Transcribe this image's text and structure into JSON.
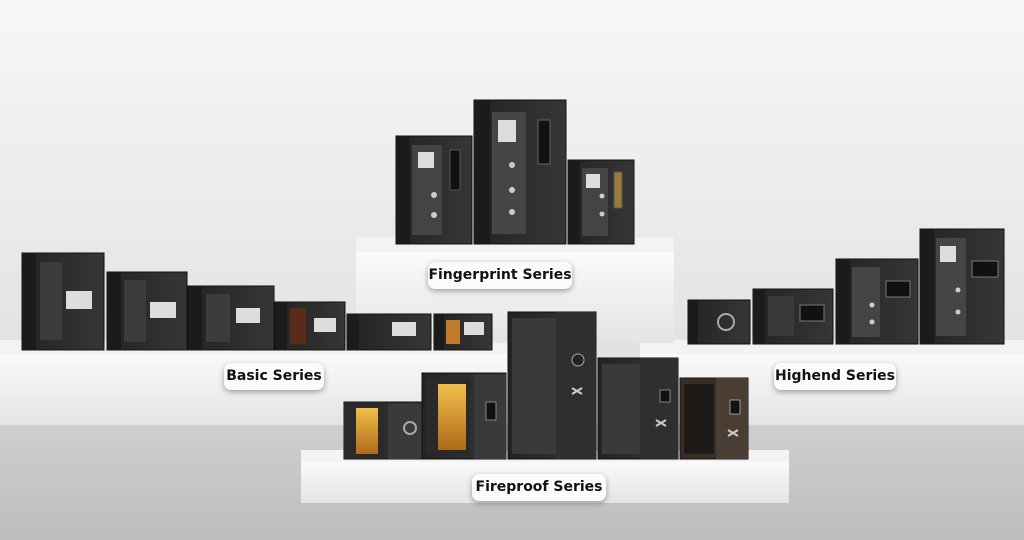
{
  "series": {
    "fingerprint": "Fingerprint Series",
    "basic": "Basic Series",
    "highend": "Highend Series",
    "fireproof": "Fireproof Series"
  },
  "colors": {
    "safe_body": "#2b2b2b",
    "safe_side": "#1a1a1a",
    "safe_edge": "#444444",
    "interior": "#4a4a4a",
    "gold": "#d99a2b",
    "lcd": "#dcdcdc"
  }
}
